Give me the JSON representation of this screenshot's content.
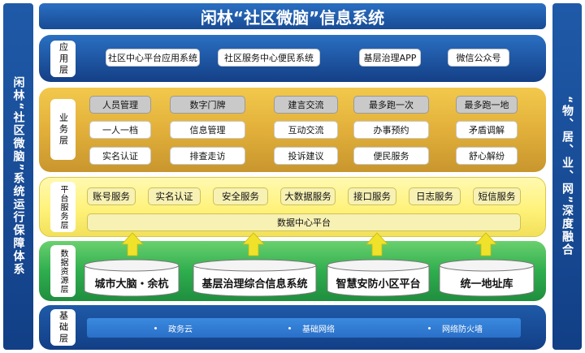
{
  "title": "闲林“社区微脑”信息系统",
  "left_side": "闲林“社区微脑”系统运行保障体系",
  "right_side": "“物、居、业、网”深度融合",
  "layers": {
    "app": {
      "label": "应用层",
      "items": [
        "社区中心平台应用系统",
        "社区服务中心便民系统",
        "基层治理APP",
        "微信公众号"
      ]
    },
    "business": {
      "label": "业务层",
      "headers": [
        "人员管理",
        "数字门牌",
        "建言交流",
        "最多跑一次",
        "最多跑一地"
      ],
      "row2": [
        "一人一档",
        "信息管理",
        "互动交流",
        "办事预约",
        "矛盾调解"
      ],
      "row3": [
        "实名认证",
        "排查走访",
        "投诉建议",
        "便民服务",
        "舒心解纷"
      ]
    },
    "platform": {
      "label": "平台服务层",
      "services": [
        "账号服务",
        "实名认证",
        "安全服务",
        "大数据服务",
        "接口服务",
        "日志服务",
        "短信服务"
      ],
      "center": "数据中心平台"
    },
    "data": {
      "label": "数据资源层",
      "databases": [
        "城市大脑・余杭",
        "基层治理综合信息系统",
        "智慧安防小区平台",
        "统一地址库"
      ]
    },
    "base": {
      "label": "基础层",
      "items": [
        "政务云",
        "基础网络",
        "网络防火墙"
      ]
    }
  },
  "colors": {
    "blue_dark": "#123f86",
    "blue": "#1f5aa8",
    "business_gold": "#e2b83c",
    "platform_yellow": "#fff48a",
    "data_green": "#2fae4e",
    "arrow_yellow": "#f0e22a"
  }
}
